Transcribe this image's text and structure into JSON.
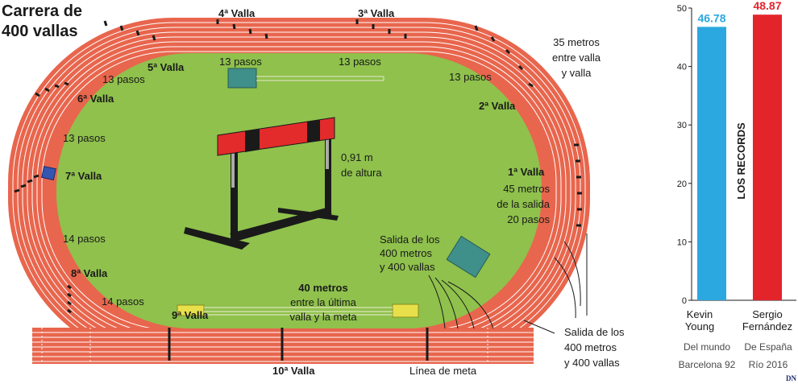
{
  "title_line1": "Carrera de",
  "title_line2": "400 vallas",
  "hurdles": {
    "h1": "1ª Valla",
    "h2": "2ª Valla",
    "h3": "3ª Valla",
    "h4": "4ª Valla",
    "h5": "5ª Valla",
    "h6": "6ª Valla",
    "h7": "7ª Valla",
    "h8": "8ª Valla",
    "h9": "9ª Valla",
    "h10": "10ª Valla"
  },
  "steps": {
    "s13": "13 pasos",
    "s14": "14 pasos"
  },
  "spacing": {
    "line1": "35 metros",
    "line2": "entre valla",
    "line3": "y valla"
  },
  "height": {
    "line1": "0,91 m",
    "line2": "de altura"
  },
  "first_hurdle": {
    "line1": "45 metros",
    "line2": "de la salida",
    "line3": "20 pasos"
  },
  "start": {
    "line1": "Salida de los",
    "line2": "400 metros",
    "line3": "y 400 vallas"
  },
  "last": {
    "line1": "40 metros",
    "line2": "entre la última",
    "line3": "valla y la meta"
  },
  "finish_line": "Línea de meta",
  "logo": "DN",
  "colors": {
    "track": "#e8664d",
    "field": "#8fc14c",
    "hurdle_red": "#e32b2b",
    "bar_world": "#2ba8e0",
    "bar_spain": "#e3242b"
  },
  "chart_data": {
    "type": "bar",
    "ylabel": "LOS RECORDS",
    "ylim": [
      0,
      50
    ],
    "yticks": [
      "0",
      "10",
      "20",
      "30",
      "40",
      "50"
    ],
    "categories": [
      "Kevin Young",
      "Sergio Fernández"
    ],
    "values": [
      46.78,
      48.87
    ],
    "value_labels": [
      "46.78",
      "48.87"
    ],
    "names": [
      [
        "Kevin",
        "Young"
      ],
      [
        "Sergio",
        "Fernández"
      ]
    ],
    "subtitles": [
      [
        "Del mundo",
        "Barcelona 92"
      ],
      [
        "De España",
        "Río 2016"
      ]
    ]
  }
}
